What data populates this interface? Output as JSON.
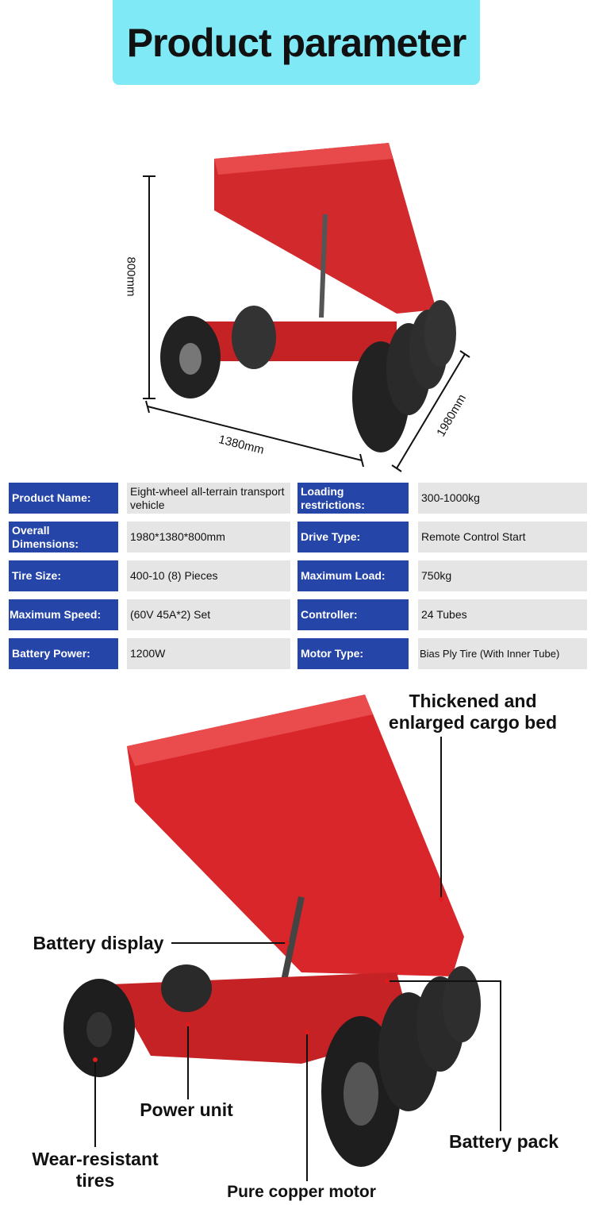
{
  "title": "Product parameter",
  "dimensions": {
    "height": "800mm",
    "width": "1380mm",
    "length": "1980mm"
  },
  "specs": [
    {
      "label": "Product Name:",
      "value": "Eight-wheel all-terrain transport vehicle"
    },
    {
      "label": "Loading restrictions:",
      "value": "300-1000kg"
    },
    {
      "label": "Overall Dimensions:",
      "value": "1980*1380*800mm"
    },
    {
      "label": "Drive Type:",
      "value": "Remote Control Start"
    },
    {
      "label": "Tire Size:",
      "value": "400-10 (8) Pieces"
    },
    {
      "label": "Maximum Load:",
      "value": "750kg"
    },
    {
      "label": "Maximum Speed:",
      "value": "(60V 45A*2) Set"
    },
    {
      "label": "Controller:",
      "value": "24 Tubes"
    },
    {
      "label": "Battery Power:",
      "value": "1200W"
    },
    {
      "label": "Motor Type:",
      "value": "Bias Ply Tire (With Inner Tube)"
    }
  ],
  "annotations": {
    "cargo_bed": "Thickened and enlarged cargo bed",
    "battery_display": "Battery display",
    "power_unit": "Power unit",
    "wear_tires": "Wear-resistant tires",
    "copper_motor": "Pure copper motor",
    "battery_pack": "Battery pack"
  },
  "colors": {
    "banner": "#80e9f6",
    "label_bg": "#2545a8",
    "value_bg": "#e5e5e5",
    "vehicle_red": "#d8262b"
  }
}
